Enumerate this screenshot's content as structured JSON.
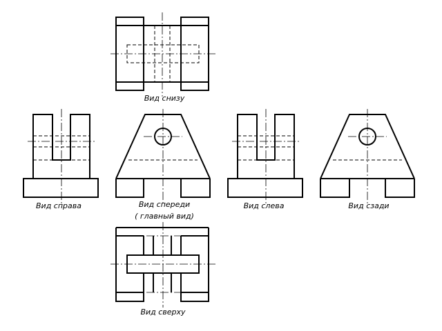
{
  "views": {
    "bottom": "Вид снизу",
    "right": "Вид справа",
    "front": "Вид спереди",
    "front_sub": "( главный вид)",
    "left": "Вид слева",
    "back": "Вид сзади",
    "top": "Вид сверху"
  },
  "colors": {
    "line": "#000000",
    "background": "#ffffff"
  }
}
